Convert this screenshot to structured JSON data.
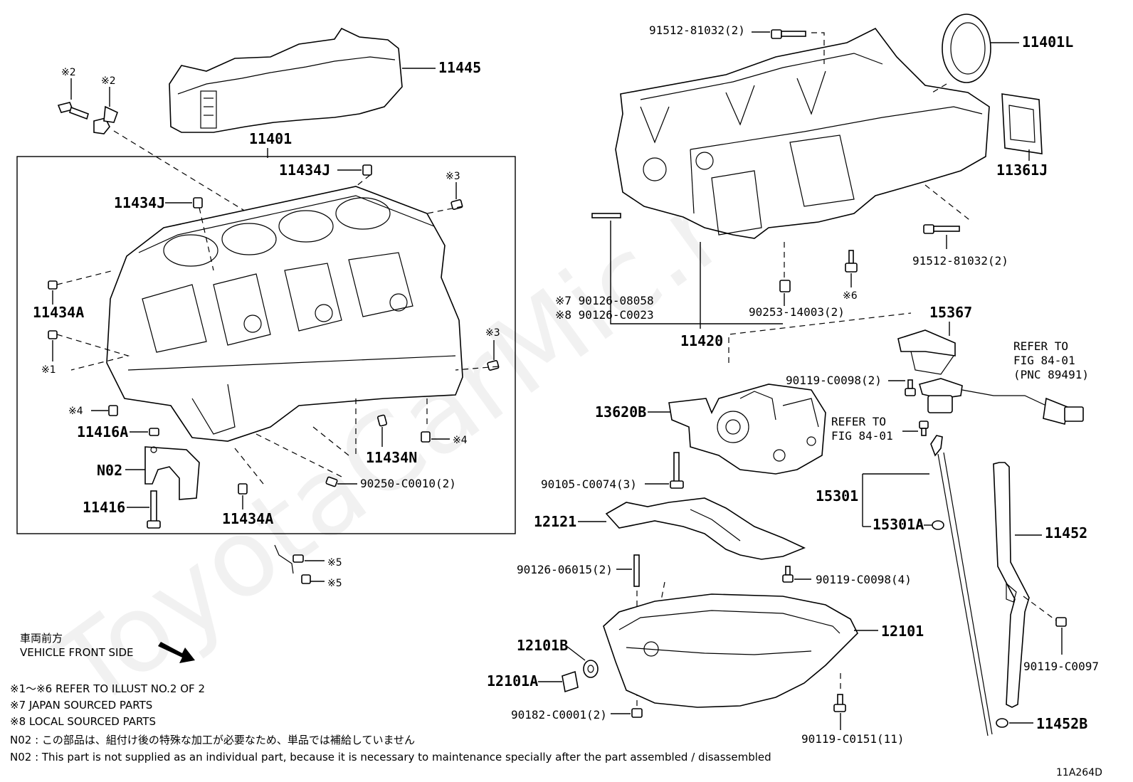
{
  "watermark": "ToyotaCarMic.ru",
  "labels": {
    "l11445": "11445",
    "l11401": "11401",
    "l11434J_a": "11434J",
    "l11434J_b": "11434J",
    "l11434A_a": "11434A",
    "l11434A_b": "11434A",
    "l11434N": "11434N",
    "l11416A": "11416A",
    "l11416": "11416",
    "lN02": "N02",
    "l90250": "90250-C0010(2)",
    "n2a": "※2",
    "n2b": "※2",
    "n3a": "※3",
    "n3b": "※3",
    "n1": "※1",
    "n4a": "※4",
    "n4b": "※4",
    "n5a": "※5",
    "n5b": "※5",
    "l91512a": "91512-81032(2)",
    "l91512b": "91512-81032(2)",
    "l11401L": "11401L",
    "l11361J": "11361J",
    "l90126a": "※7 90126-08058",
    "l90126b": "※8 90126-C0023",
    "l90253": "90253-14003(2)",
    "n6": "※6",
    "l11420": "11420",
    "l15367": "15367",
    "l90119a": "90119-C0098(2)",
    "refer1a": "REFER TO",
    "refer1b": "FIG 84-01",
    "refer1c": "(PNC 89491)",
    "refer2a": "REFER TO",
    "refer2b": "FIG 84-01",
    "l13620B": "13620B",
    "l90105": "90105-C0074(3)",
    "l15301": "15301",
    "l15301A": "15301A",
    "l12121": "12121",
    "l11452": "11452",
    "l90126c": "90126-06015(2)",
    "l90119b": "90119-C0098(4)",
    "l12101": "12101",
    "l12101B": "12101B",
    "l12101A": "12101A",
    "l90182": "90182-C0001(2)",
    "l90119c": "90119-C0151(11)",
    "l90119d": "90119-C0097",
    "l11452B": "11452B",
    "diagram_code": "11A264D"
  },
  "direction": {
    "jp": "車両前方",
    "en": "VEHICLE FRONT SIDE"
  },
  "notes": [
    "※1～※6  REFER TO ILLUST NO.2 OF 2",
    "※7  JAPAN SOURCED PARTS",
    "※8  LOCAL SOURCED PARTS",
    "N02 : この部品は、組付け後の特殊な加工が必要なため、単品では補給していません",
    "N02 : This part is not supplied as an individual part, because it is necessary to maintenance specially after the part assembled / disassembled"
  ]
}
